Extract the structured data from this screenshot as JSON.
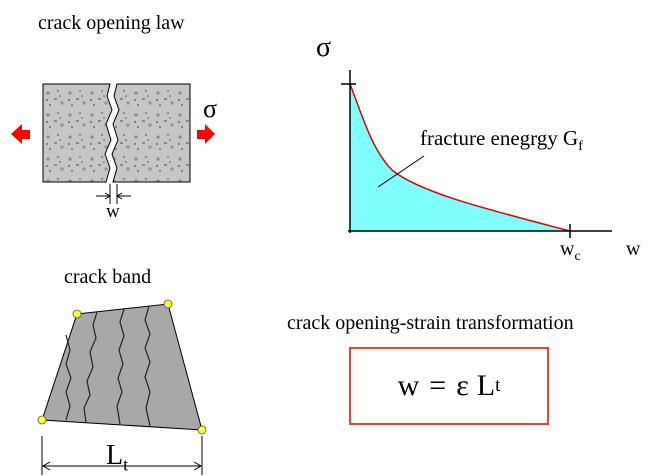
{
  "crack_opening_law": {
    "title": "crack opening law",
    "stress_symbol": "σ",
    "opening_label": "w",
    "arrow_color": "#ff0000",
    "concrete_color": "#c8c8c8"
  },
  "softening_chart": {
    "y_label": "σ",
    "x_label": "w",
    "wc_label": "w",
    "wc_subscript": "c",
    "energy_label": "fracture enegrgy G",
    "energy_subscript": "f",
    "fill_color": "#80ffff",
    "curve_color": "#e00000"
  },
  "crack_band": {
    "title": "crack band",
    "length_label": "L",
    "length_subscript": "t",
    "node_color": "#ffff33",
    "band_color": "#a8a8a8"
  },
  "transformation": {
    "title": "crack opening-strain transformation",
    "eq_w": "w",
    "eq_equals": "=",
    "eq_epsilon": "ε",
    "eq_L": "L",
    "eq_subscript": "t",
    "box_color": "#e8423a"
  }
}
